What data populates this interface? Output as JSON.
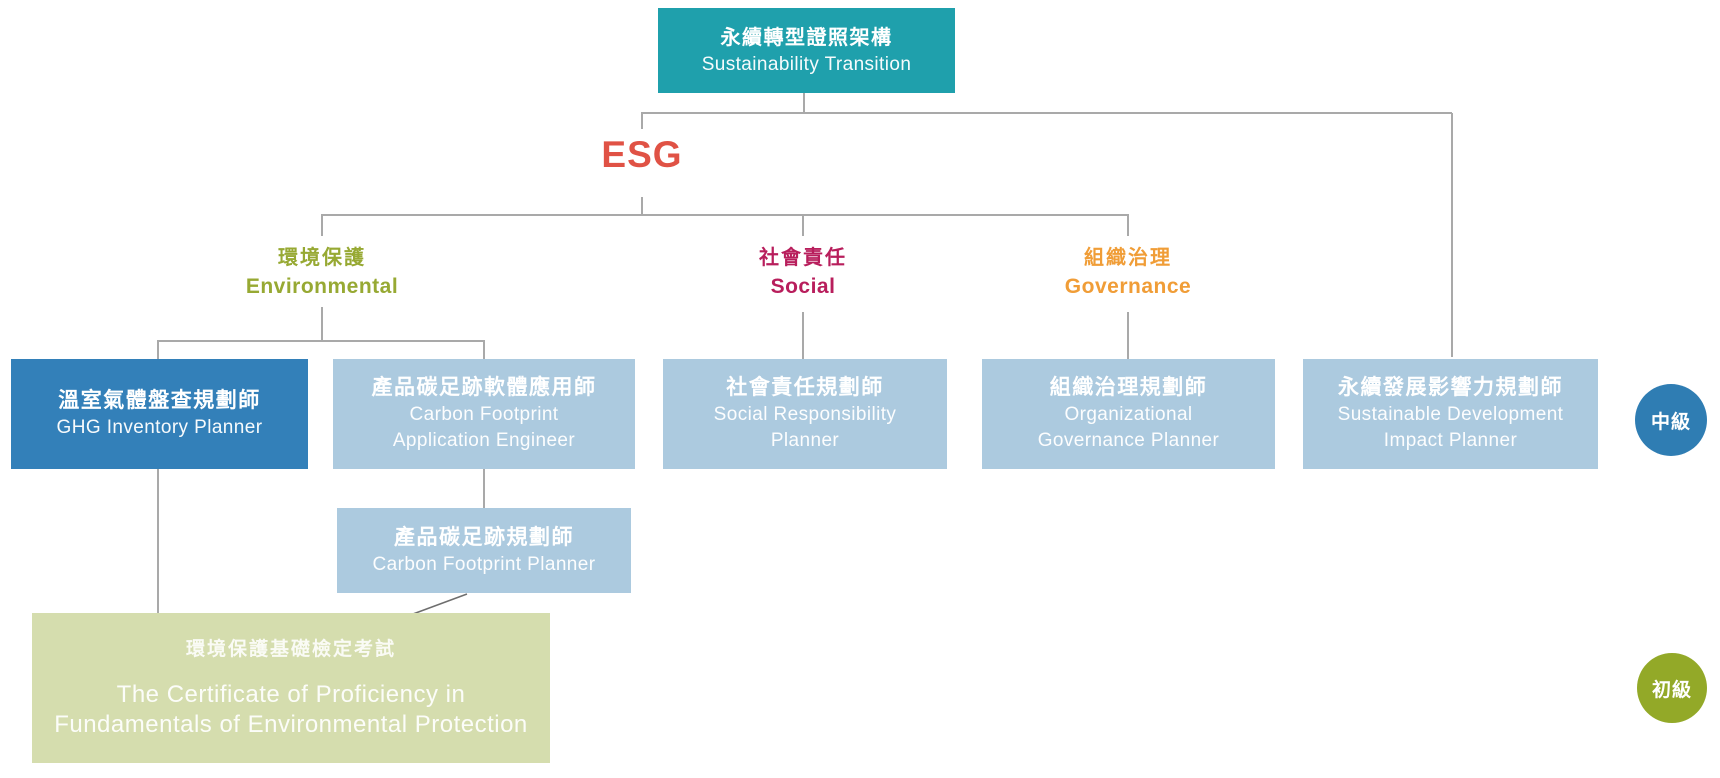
{
  "diagram_title": "永續轉型證照架構 Sustainability Transition certification framework",
  "root_node": {
    "title_zh": "永續轉型證照架構",
    "title_en": "Sustainability Transition"
  },
  "esg": {
    "label": "ESG"
  },
  "branches": [
    {
      "id": "environmental",
      "label_zh": "環境保護",
      "label_en": "Environmental",
      "color": "#97A933"
    },
    {
      "id": "social",
      "label_zh": "社會責任",
      "label_en": "Social",
      "color": "#B81E5C"
    },
    {
      "id": "governance",
      "label_zh": "組織治理",
      "label_en": "Governance",
      "color": "#F09D37"
    }
  ],
  "certifications": {
    "ghg_inventory_planner": {
      "title_zh": "溫室氣體盤查規劃師",
      "title_en": [
        "GHG Inventory Planner"
      ]
    },
    "carbon_footprint_application_engineer": {
      "title_zh": "產品碳足跡軟體應用師",
      "title_en": [
        "Carbon Footprint",
        "Application Engineer"
      ]
    },
    "social_responsibility_planner": {
      "title_zh": "社會責任規劃師",
      "title_en": [
        "Social Responsibility",
        "Planner"
      ]
    },
    "organizational_governance_planner": {
      "title_zh": "組織治理規劃師",
      "title_en": [
        "Organizational",
        "Governance Planner"
      ]
    },
    "sustainable_development_impact_planner": {
      "title_zh": "永續發展影響力規劃師",
      "title_en": [
        "Sustainable Development",
        "Impact Planner"
      ]
    },
    "carbon_footprint_planner": {
      "title_zh": "產品碳足跡規劃師",
      "title_en": [
        "Carbon Footprint Planner"
      ]
    },
    "environmental_protection_foundation_exam": {
      "title_zh": "環境保護基礎檢定考試",
      "title_en": [
        "The Certificate of Proficiency in",
        "Fundamentals of Environmental Protection"
      ]
    }
  },
  "levels": {
    "intermediate": {
      "label": "中級",
      "color": "#2F7DB3"
    },
    "beginner": {
      "label": "初級",
      "color": "#93A928"
    }
  },
  "colors": {
    "root_box": "#1FA0AC",
    "esg_text": "#E05245",
    "primary_box": "#3380B9",
    "secondary_box": "#ACCADF",
    "foundation_box": "#D5DDAE",
    "connector_line": "#A9A9A9",
    "diagonal_line": "#6E6E6E"
  }
}
